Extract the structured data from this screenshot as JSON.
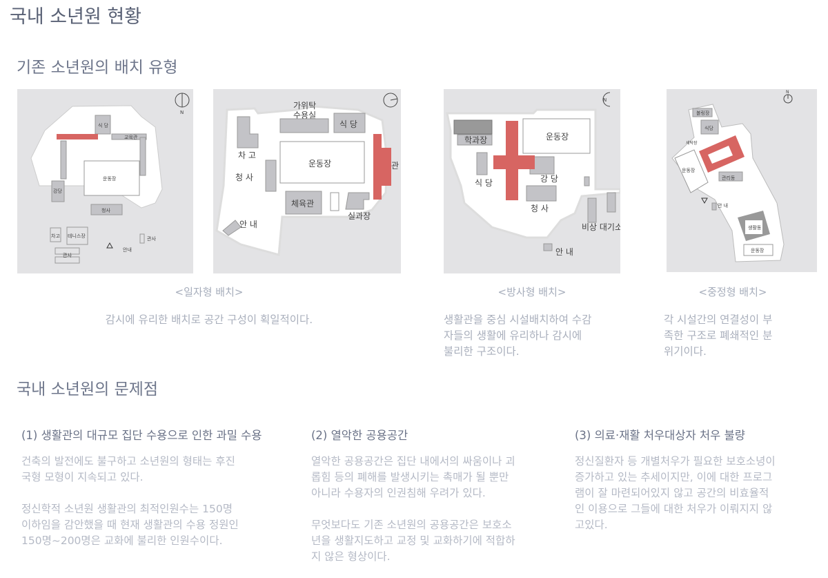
{
  "title": "국내 소년원 현황",
  "section1": {
    "heading": "기존 소년원의 배치 유형",
    "maps": {
      "m1": {
        "north": "N",
        "dining": "식 당",
        "edu": "교육관",
        "field": "운동장",
        "hall": "강당",
        "office": "청사",
        "garage": "차고",
        "tennis": "테니스장",
        "official1": "관사",
        "official2": "관사",
        "info": "안내"
      },
      "m2": {
        "laundry1": "가위탁",
        "laundry2": "수용실",
        "dining": "식 당",
        "garage": "차 고",
        "field": "운동장",
        "office": "청 사",
        "living": "관",
        "gym": "체육관",
        "practice": "실과장",
        "info": "안 내"
      },
      "m3": {
        "north": "N",
        "field": "운동장",
        "school": "학과장",
        "dining": "식 당",
        "hall": "강 당",
        "office": "청 사",
        "standby": "비상 대기소",
        "info": "안 내"
      },
      "m4": {
        "north": "N",
        "bowling": "볼링장",
        "dining": "식당",
        "wash": "세탁장",
        "field1": "운동장",
        "admin": "관리동",
        "info": "안 내",
        "living": "생활동",
        "field2": "운동장"
      }
    },
    "captions": [
      "<일자형 배치>",
      "<방사형 배치>",
      "<중정형 배치>"
    ],
    "descriptions": [
      [
        "감시에 유리한 배치로 공간 구성이 획일적이다."
      ],
      [
        "생활관을 중심 시설배치하여 수감",
        "자들의 생활에 유리하나 감시에",
        "불리한 구조이다."
      ],
      [
        "각 시설간의 연결성이 부",
        "족한 구조로 폐쇄적인 분",
        "위기이다."
      ]
    ]
  },
  "section2": {
    "heading": "국내 소년원의 문제점",
    "columns": [
      {
        "title": "(1) 생활관의 대규모 집단 수용으로 인한 과밀 수용",
        "paragraphs": [
          [
            "건축의 발전에도 불구하고 소년원의 형태는 후진",
            "국형 모형이 지속되고 있다."
          ],
          [
            "정신학적 소년원 생활관의 최적인원수는 150명",
            "이하임을 감안했을 때 현재 생활관의 수용 정원인",
            "150명~200명은 교화에 불리한 인원수이다."
          ]
        ]
      },
      {
        "title": "(2) 열악한 공용공간",
        "paragraphs": [
          [
            "열악한 공용공간은 집단 내에서의 싸움이나 괴",
            "롭힘 등의 폐해를 발생시키는 촉매가 될 뿐만",
            "아니라 수용자의 인권침해 우려가 있다."
          ],
          [
            "무엇보다도 기존 소년원의 공용공간은 보호소",
            "년을 생활지도하고 교정 및 교화하기에 적합하",
            "지 않은 형상이다."
          ]
        ]
      },
      {
        "title": "(3) 의료·재활 처우대상자 처우 불량",
        "paragraphs": [
          [
            "정신질환자 등 개별처우가 필요한 보호소녕이",
            "증가하고 있는 추세이지만, 이에 대한 프로그",
            "램이 잘 마련되어있지 않고 공간의 비효율적",
            "인 이용으로 그들에 대한 처우가 이뤄지지 않",
            "고있다."
          ]
        ]
      }
    ]
  },
  "colors": {
    "highlight": "#d76562",
    "building": "#c3c3c7",
    "ground": "#e3e3e5"
  }
}
